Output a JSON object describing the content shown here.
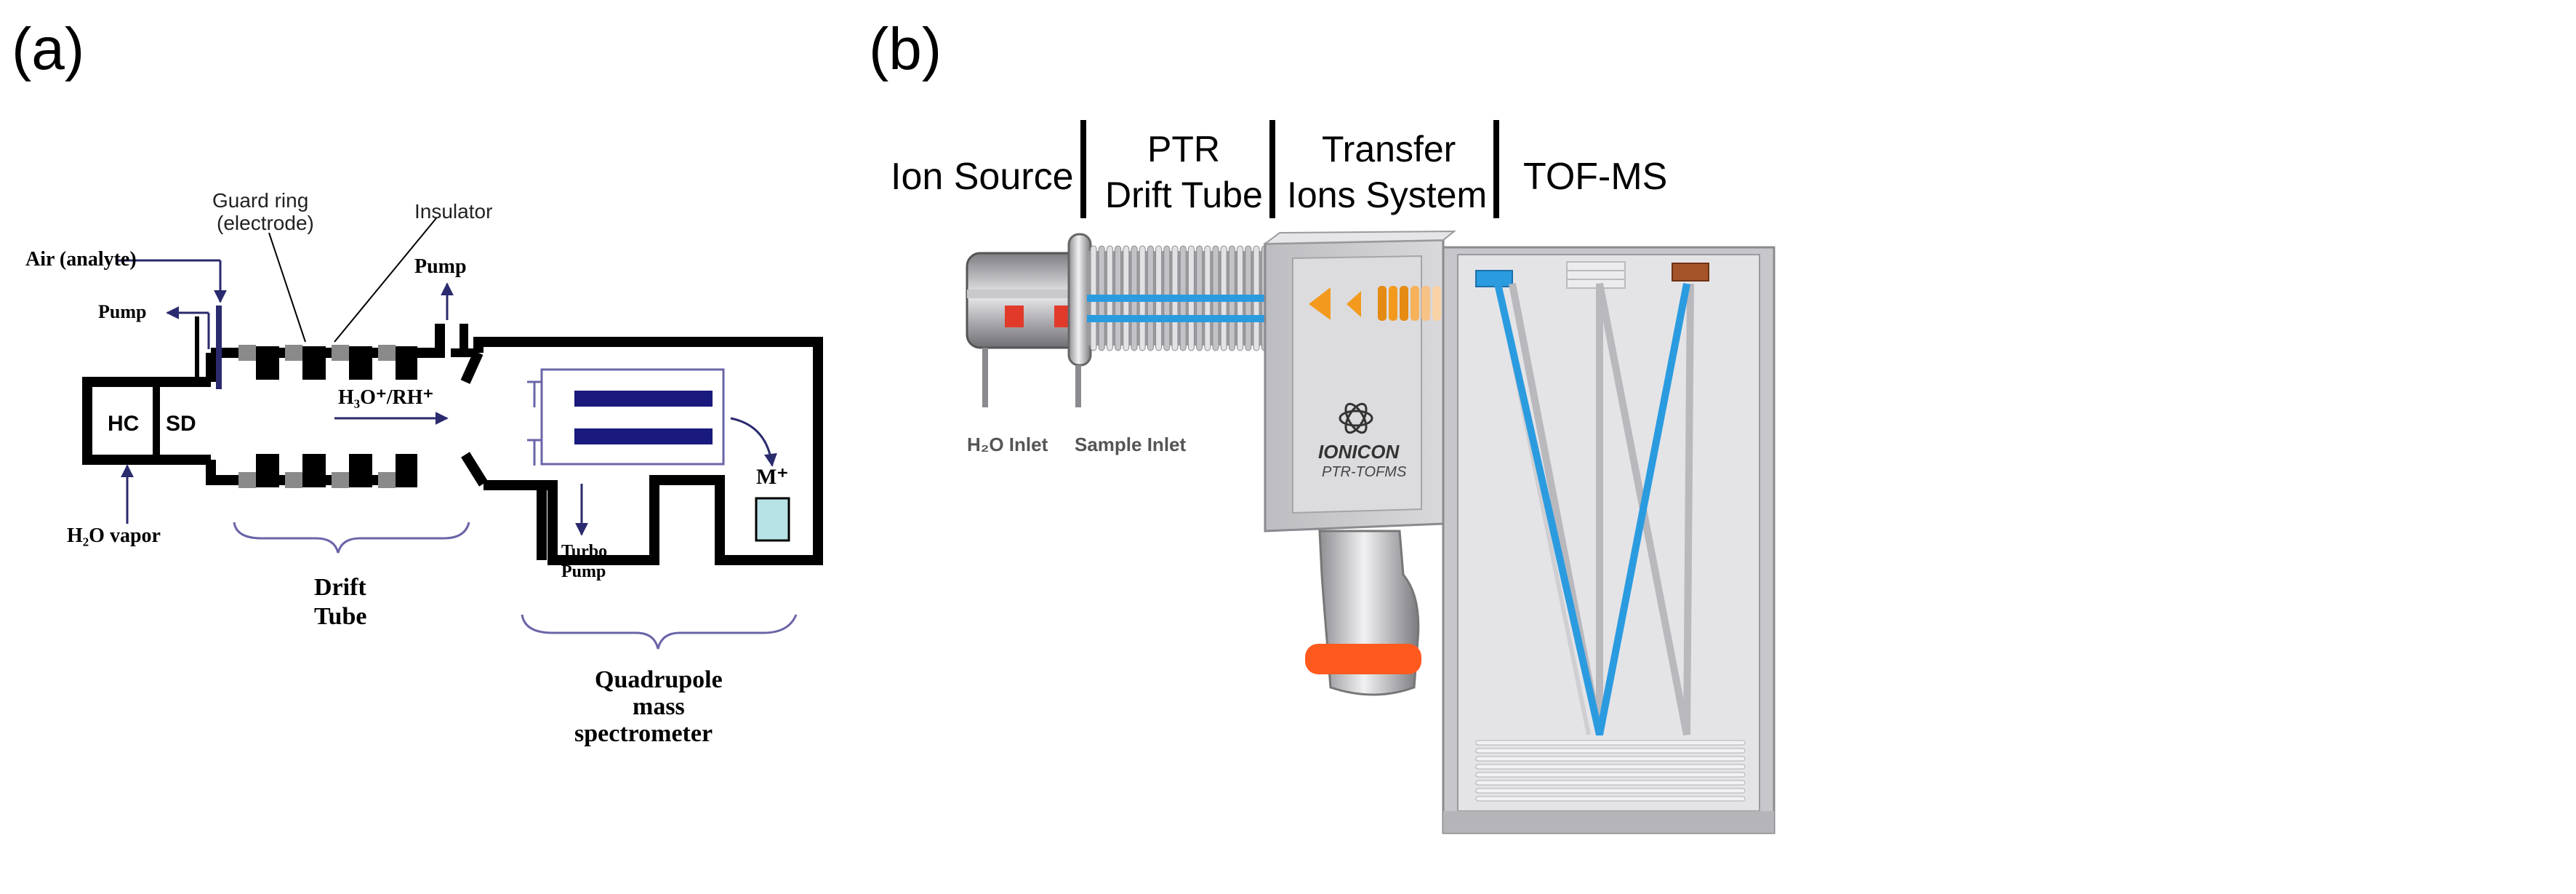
{
  "panel_a": {
    "label": "(a)",
    "labels": {
      "guard_ring_1": "Guard ring",
      "guard_ring_2": "(electrode)",
      "insulator": "Insulator",
      "air": "Air (analyte)",
      "pump_left": "Pump",
      "pump_top": "Pump",
      "hc": "HC",
      "sd": "SD",
      "ions": "H₃O⁺/RH⁺",
      "h2o_vapor": "H₂O vapor",
      "turbo_1": "Turbo",
      "turbo_2": "Pump",
      "m_plus": "M⁺",
      "drift_1": "Drift",
      "drift_2": "Tube",
      "quad_1": "Quadrupole",
      "quad_2": "mass",
      "quad_3": "spectrometer"
    }
  },
  "panel_b": {
    "label": "(b)",
    "sections": {
      "ion_source": "Ion Source",
      "ptr_1": "PTR",
      "ptr_2": "Drift Tube",
      "transfer_1": "Transfer",
      "transfer_2": "Ions System",
      "tof": "TOF-MS"
    },
    "labels": {
      "h2o_inlet": "H₂O Inlet",
      "sample_inlet": "Sample Inlet",
      "logo_1": "IONICON",
      "logo_2": "PTR-TOFMS"
    }
  },
  "colors": {
    "ink": "#000000",
    "arrow": "#2a2a6e",
    "quad_rod": "#1a1a7e",
    "detector": "#b7e2e6",
    "ion_beam": "#2b9be0",
    "orange": "#f39a1e",
    "red_band": "#ff5a1e",
    "gray_body": "#cfcfd2"
  }
}
